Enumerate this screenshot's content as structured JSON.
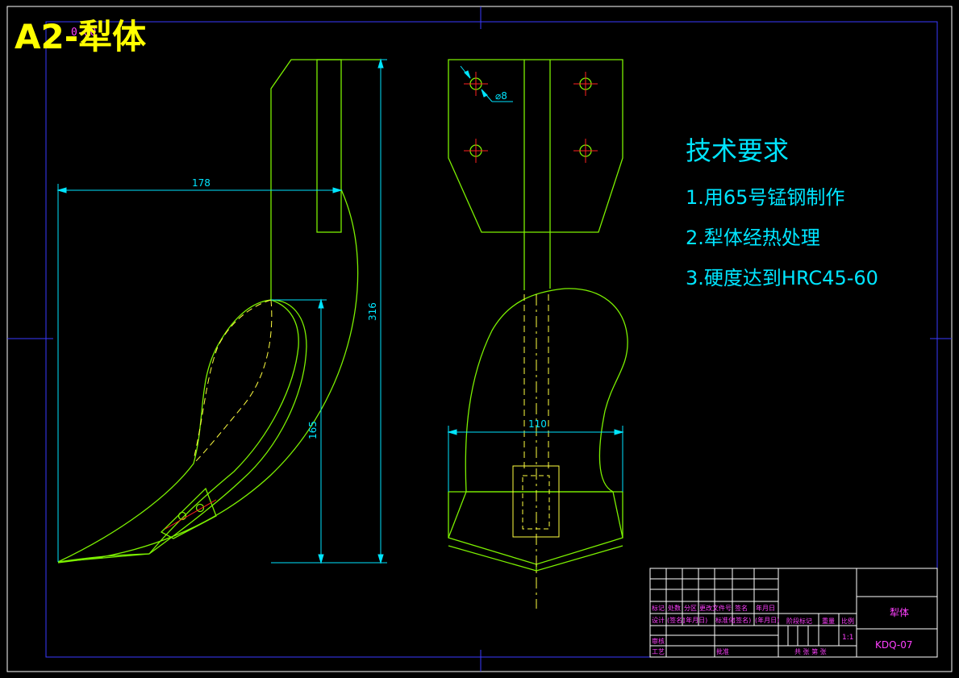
{
  "drawing": {
    "title": "A2-犁体",
    "title_overlap_text": "0-00",
    "colors": {
      "background": "#000000",
      "frame": "#ffffff",
      "center_marks": "#3a3aff",
      "outline": "#7cf000",
      "dimension": "#00e5ff",
      "hidden": "#ffff40",
      "center_line": "#ff2020",
      "title": "#ffff00",
      "table_text": "#ff40ff",
      "table_lines": "#ffffff"
    }
  },
  "dimensions": {
    "width_side": "178",
    "height_total": "316",
    "height_blade": "165",
    "width_front": "110",
    "hole_dia": "⌀8"
  },
  "tech": {
    "heading": "技术要求",
    "items": [
      "1.用65号锰钢制作",
      "2.犁体经热处理",
      "3.硬度达到HRC45-60"
    ]
  },
  "title_block": {
    "row_labels": [
      "标记",
      "处数",
      "分区",
      "更改文件号",
      "签名",
      "年月日"
    ],
    "design_row": [
      "设计",
      "(签名)",
      "(年月日)",
      "标准化",
      "(签名)",
      "(年月日)"
    ],
    "review": "审核",
    "process": "工艺",
    "approve": "批准",
    "stage_label": "阶段标记",
    "weight_label": "重量",
    "scale_label": "比例",
    "scale_value": "1:1",
    "sheet_text": "共  张  第  张",
    "part_name": "犁体",
    "drawing_no": "KDQ-07"
  }
}
